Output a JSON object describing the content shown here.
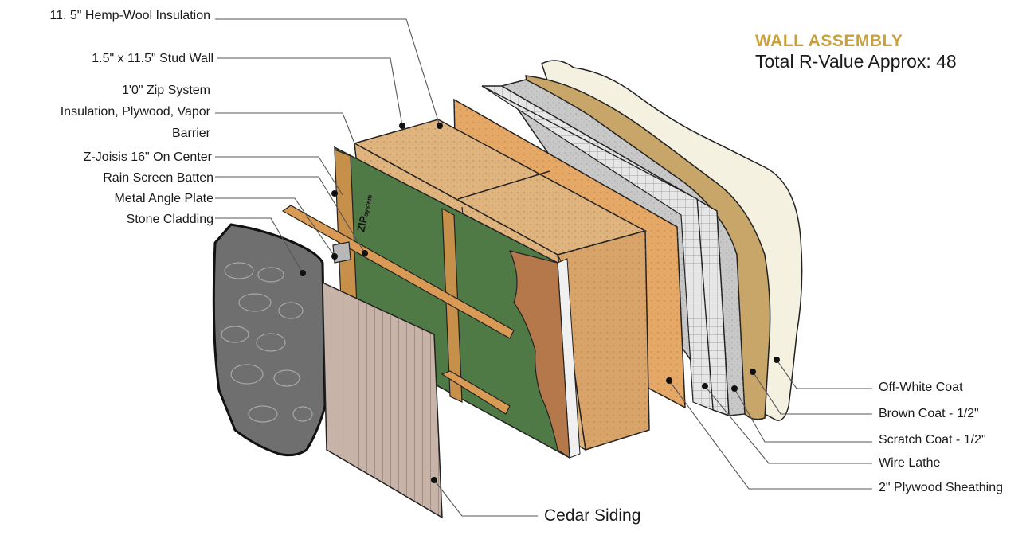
{
  "title": "WALL ASSEMBLY",
  "subtitle": "Total R-Value Approx: 48",
  "zip_logo": {
    "main": "ZIP",
    "small": "system"
  },
  "left_labels": [
    "11. 5\" Hemp-Wool Insulation",
    "1.5\" x 11.5\" Stud Wall",
    "1'0\" Zip System",
    "Insulation, Plywood, Vapor",
    "Barrier",
    "Z-Joisis 16\" On Center",
    "Rain Screen Batten",
    "Metal Angle Plate",
    "Stone Cladding"
  ],
  "right_labels": [
    "Off-White Coat",
    "Brown Coat - 1/2\"",
    "Scratch Coat - 1/2\"",
    "Wire Lathe",
    "2\" Plywood Sheathing"
  ],
  "bottom_label": "Cedar Siding",
  "colors": {
    "title": "#c9a03a",
    "hemp_wool": "#e0b47e",
    "plywood": "#e6a866",
    "zip_green": "#4f7a46",
    "wire_lathe": "#e0e0e0",
    "scratch_coat": "#c8c8c8",
    "brown_coat": "#c8a66a",
    "off_white": "#f4f1e0",
    "cedar": "#c7b3a8",
    "stone": "#6f6f6f"
  }
}
